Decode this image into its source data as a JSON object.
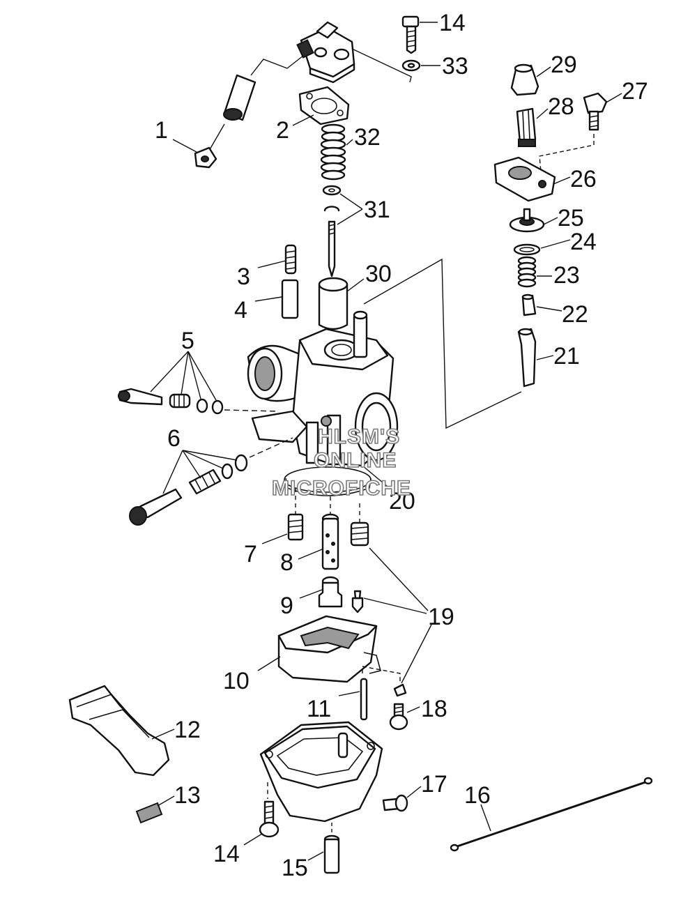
{
  "labels": {
    "p1": "1",
    "p2": "2",
    "p3": "3",
    "p4": "4",
    "p5": "5",
    "p6": "6",
    "p7": "7",
    "p8": "8",
    "p9": "9",
    "p10": "10",
    "p11": "11",
    "p12": "12",
    "p13": "13",
    "p14a": "14",
    "p14b": "14",
    "p15": "15",
    "p16": "16",
    "p17": "17",
    "p18": "18",
    "p19": "19",
    "p20": "20",
    "p21": "21",
    "p22": "22",
    "p23": "23",
    "p24": "24",
    "p25": "25",
    "p26": "26",
    "p27": "27",
    "p28": "28",
    "p29": "29",
    "p30": "30",
    "p31": "31",
    "p32": "32",
    "p33": "33"
  },
  "watermark": {
    "line1": "HLSM'S",
    "line2": "ONLINE",
    "line3": "MICROFICHE"
  }
}
